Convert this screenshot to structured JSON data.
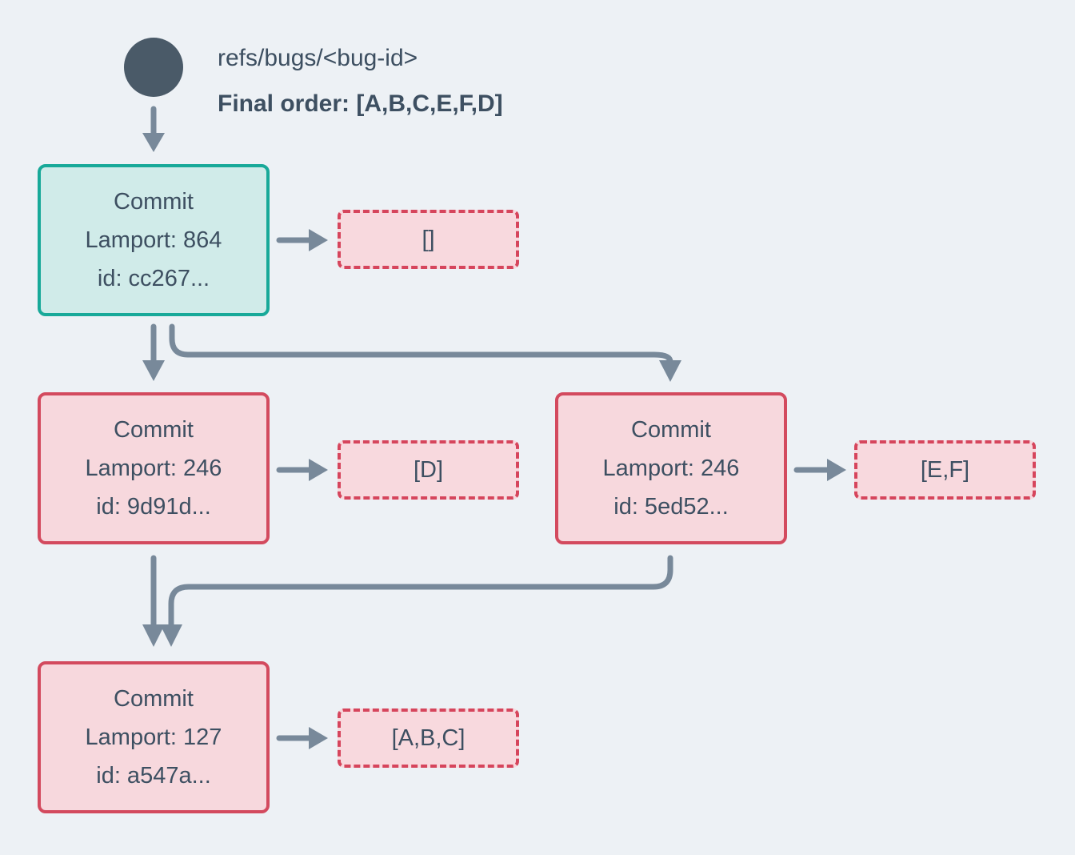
{
  "header": {
    "ref_name": "refs/bugs/<bug-id>",
    "final_order": "Final order: [A,B,C,E,F,D]"
  },
  "commits": {
    "head": {
      "title": "Commit",
      "lamport": "Lamport: 864",
      "id": "id: cc267...",
      "operations": "[]"
    },
    "left": {
      "title": "Commit",
      "lamport": "Lamport: 246",
      "id": "id: 9d91d...",
      "operations": "[D]"
    },
    "right": {
      "title": "Commit",
      "lamport": "Lamport: 246",
      "id": "id: 5ed52...",
      "operations": "[E,F]"
    },
    "root": {
      "title": "Commit",
      "lamport": "Lamport: 127",
      "id": "id: a547a...",
      "operations": "[A,B,C]"
    }
  },
  "colors": {
    "background": "#edf1f5",
    "text": "#3d4f61",
    "branch_circle": "#4a5a68",
    "head_border": "#18a999",
    "head_fill": "#d0ebe9",
    "commit_border": "#d34a5e",
    "commit_fill": "#f7d8dd",
    "operations_border": "#d6455c",
    "operations_fill": "#f8d9de",
    "arrow": "#78899a"
  }
}
